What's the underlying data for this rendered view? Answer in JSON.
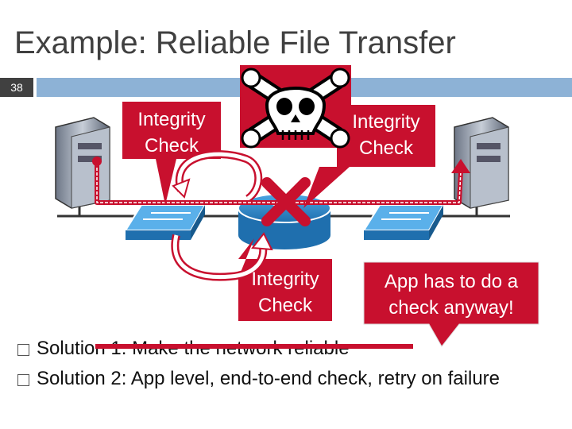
{
  "slide": {
    "title": "Example: Reliable File Transfer",
    "number": "38"
  },
  "callouts": {
    "left_integrity": "Integrity\nCheck",
    "right_integrity": "Integrity\nCheck",
    "bottom_integrity": "Integrity\nCheck",
    "app_check": "App has to do a\ncheck anyway!"
  },
  "bullets": [
    "Solution 1: Make the network reliable",
    "Solution 2: App level, end-to-end check, retry on failure"
  ],
  "colors": {
    "title_text": "#404040",
    "header_bar": "#8db2d6",
    "callout_red": "#c8102e",
    "network_device_blue": "#2f8fd1"
  },
  "icons": [
    "server-icon",
    "switch-icon",
    "router-icon",
    "skull-crossbones-icon",
    "x-mark-icon",
    "retry-arrow-icon"
  ]
}
